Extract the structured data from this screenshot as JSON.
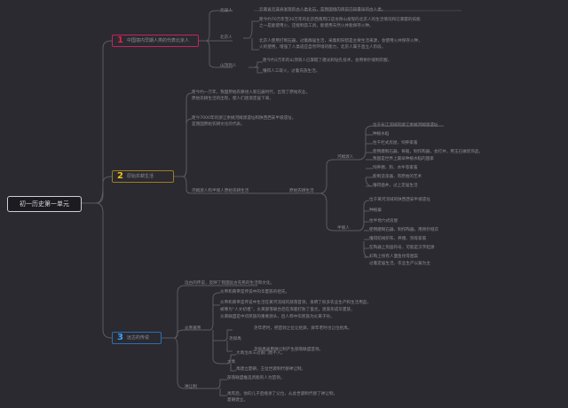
{
  "root": "初一历史第一单元",
  "branches": [
    {
      "number": "1",
      "title": "中国境内早期人类的代表北京人",
      "color": "#c2255c",
      "number_color": "#e8204a"
    },
    {
      "number": "2",
      "title": "原始农耕生活",
      "color": "#9c7e1e",
      "number_color": "#f0c419"
    },
    {
      "number": "3",
      "title": "远古的传说",
      "color": "#2c6fb0",
      "number_color": "#3da2ff"
    }
  ],
  "b1": {
    "sub1": "元谋人",
    "sub1_text": "云南省元谋县发现的古人类化石，是我国境内目前已知最早的古人类。",
    "sub2": "北京人",
    "sub2_text1": "距今约70万年至20万年的北京西南周口店龙骨山发现的北京人的生活情况和已掌握的技能",
    "sub2_text2": "之一是能使用火，还能制造工具，能使用天然火并能保存火种。",
    "sub2_text3": "北京人使用打制石器，过着群居生活，采集和狩猎是主要生活来源，会使用火并保存火种，",
    "sub2_text4": "火的使用，增强了人类适应自然环境的能力，北京人属于直立人阶段。",
    "sub3": "山顶洞人",
    "sub3_text1": "距今约3万年的山顶洞人已掌握了磨光和钻孔技术，会用骨针缝制衣服，",
    "sub3_text2": "懂得人工取火，过着氏族生活。"
  },
  "b2": {
    "intro1": "距今约一万年，我国原始农耕进入新石器时代，出现了原始农业。",
    "intro2": "原始农耕生活的出现，使人们逐渐定居下来，",
    "intro3": "距今7000年的浙江余姚河姆渡遗址和陕西西安半坡遗址，",
    "intro4": "是我国原始农耕文化的代表。",
    "main_label": "河姆渡人和半坡人原始农耕生活",
    "mid_label": "原始农耕生活",
    "group1": "河姆渡人",
    "group1_items": [
      "位于长江流域的浙江余姚河姆渡遗址",
      "种植水稻",
      "住干栏式房屋，饲养家畜",
      "使用磨制石器，骨耜，制作陶器，会打井，用玉石做装饰品，",
      "我国是世界上最早种植水稻的国家",
      "饲养猪、狗、水牛等家畜",
      "能制造漆器，有原始的艺术",
      "懂得凿井，过上定居生活"
    ],
    "group2": "半坡人",
    "group2_items": [
      "位于黄河流域的陕西西安半坡遗址",
      "种植粟",
      "住半地穴式房屋",
      "使用磨制石器，制作陶器，用骨针缝衣",
      "懂得纺线织布，养猪、狗等家畜",
      "在陶器上刻画符号，可能是汉字起源",
      "彩陶上绘有人面鱼纹等图案",
      "过着定居生活，农业生产以粟为主"
    ]
  },
  "b3": {
    "intro": "远古的传说，反映了我国远古先民的生活和文化。",
    "group1": "炎帝黄帝",
    "g1_items": [
      "炎帝和黄帝是传说中的华夏族的祖先。",
      "炎帝和黄帝是传说中生活在黄河流域的部落首领，发明了很多农业生产和生活用品，",
      "被尊为“人文初祖”，炎黄部落联合后在涿鹿打败了蚩尤，逐渐形成华夏族，",
      "炎黄联盟是中华民族的重要源头，后人称中华民族为炎黄子孙。"
    ],
    "group2": "尧舜禹",
    "g2_items": [
      "尧年老时，把首领之位让给舜，舜年老时也让位给禹。",
      "尧舜禹采用禅让制产生部落联盟首领。"
    ],
    "group3": "大禹",
    "g3_items": [
      "大禹治水三过家门而不入。",
      "禹建立夏朝，王位世袭制代替禅让制。"
    ],
    "group4": "禅让制",
    "g4_items": [
      "部落联盟推选贤能的人为首领。",
      "禹死后，他的儿子启继承了父位，从此世袭制代替了禅让制，",
      "夏朝建立。"
    ]
  }
}
